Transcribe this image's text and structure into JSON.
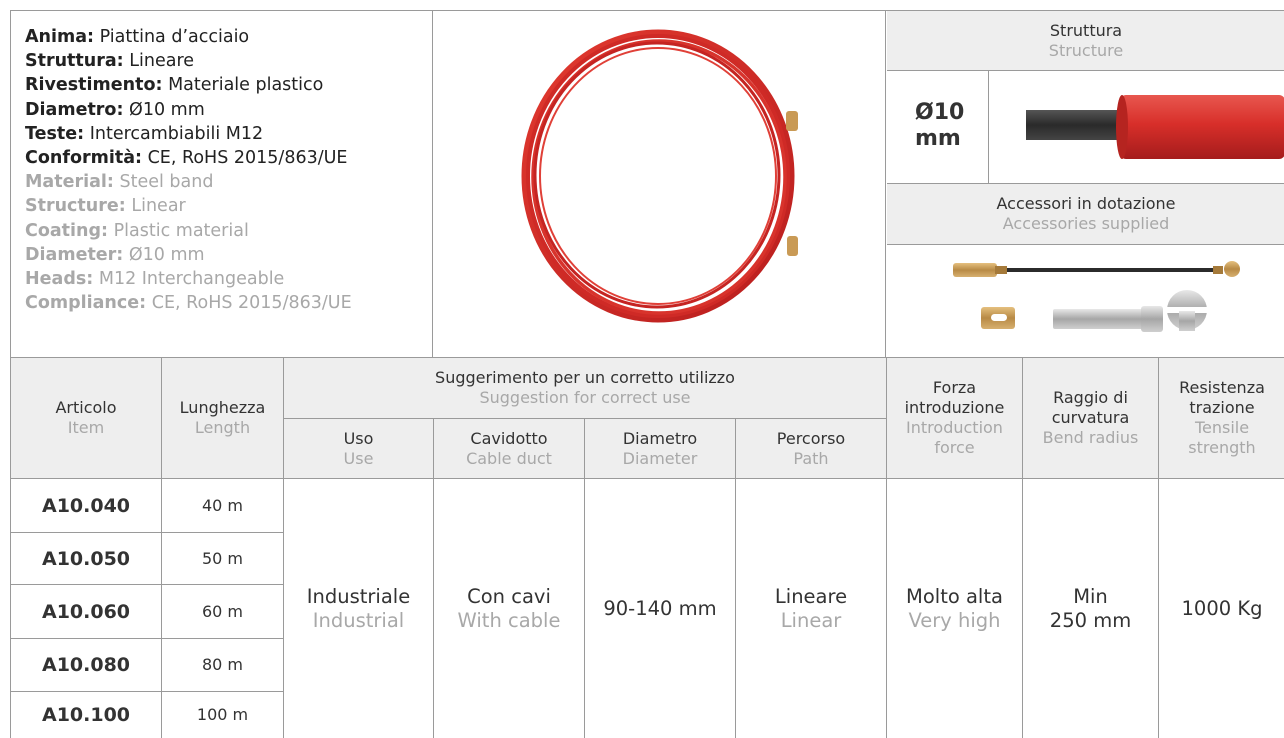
{
  "specs": {
    "it": [
      {
        "label": "Anima:",
        "value": "Piattina d’acciaio"
      },
      {
        "label": "Struttura:",
        "value": "Lineare"
      },
      {
        "label": "Rivestimento:",
        "value": "Materiale plastico"
      },
      {
        "label": "Diametro:",
        "value": "Ø10 mm"
      },
      {
        "label": "Teste:",
        "value": "Intercambiabili M12"
      },
      {
        "label": "Conformità:",
        "value": "CE, RoHS 2015/863/UE"
      }
    ],
    "en": [
      {
        "label": "Material:",
        "value": "Steel band"
      },
      {
        "label": "Structure:",
        "value": "Linear"
      },
      {
        "label": "Coating:",
        "value": "Plastic material"
      },
      {
        "label": "Diameter:",
        "value": "Ø10 mm"
      },
      {
        "label": "Heads:",
        "value": "M12 Interchangeable"
      },
      {
        "label": "Compliance:",
        "value": "CE, RoHS 2015/863/UE"
      }
    ]
  },
  "structure": {
    "title_it": "Struttura",
    "title_en": "Structure",
    "diameter_line1": "Ø10",
    "diameter_line2": "mm"
  },
  "accessories": {
    "title_it": "Accessori in dotazione",
    "title_en": "Accessories supplied"
  },
  "table": {
    "headers": {
      "articolo_it": "Articolo",
      "articolo_en": "Item",
      "lunghezza_it": "Lunghezza",
      "lunghezza_en": "Length",
      "suggest_it": "Suggerimento per un corretto utilizzo",
      "suggest_en": "Suggestion for correct use",
      "uso_it": "Uso",
      "uso_en": "Use",
      "cavidotto_it": "Cavidotto",
      "cavidotto_en": "Cable duct",
      "diametro_it": "Diametro",
      "diametro_en": "Diameter",
      "percorso_it": "Percorso",
      "percorso_en": "Path",
      "forza_it_1": "Forza",
      "forza_it_2": "introduzione",
      "forza_en_1": "Introduction",
      "forza_en_2": "force",
      "raggio_it_1": "Raggio di",
      "raggio_it_2": "curvatura",
      "raggio_en": "Bend radius",
      "resist_it_1": "Resistenza",
      "resist_it_2": "trazione",
      "resist_en_1": "Tensile",
      "resist_en_2": "strength"
    },
    "rows": [
      {
        "article": "A10.040",
        "length": "40 m"
      },
      {
        "article": "A10.050",
        "length": "50 m"
      },
      {
        "article": "A10.060",
        "length": "60 m"
      },
      {
        "article": "A10.080",
        "length": "80 m"
      },
      {
        "article": "A10.100",
        "length": "100 m"
      }
    ],
    "shared": {
      "uso_it": "Industriale",
      "uso_en": "Industrial",
      "cavidotto_it": "Con cavi",
      "cavidotto_en": "With cable",
      "diametro": "90-140 mm",
      "percorso_it": "Lineare",
      "percorso_en": "Linear",
      "forza_it": "Molto alta",
      "forza_en": "Very high",
      "raggio_1": "Min",
      "raggio_2": "250 mm",
      "resistenza": "1000 Kg"
    }
  },
  "colors": {
    "border": "#9a9a9a",
    "header_bg": "#eeeeee",
    "english_text": "#a8a8a8",
    "product_red": "#d92b2b"
  }
}
